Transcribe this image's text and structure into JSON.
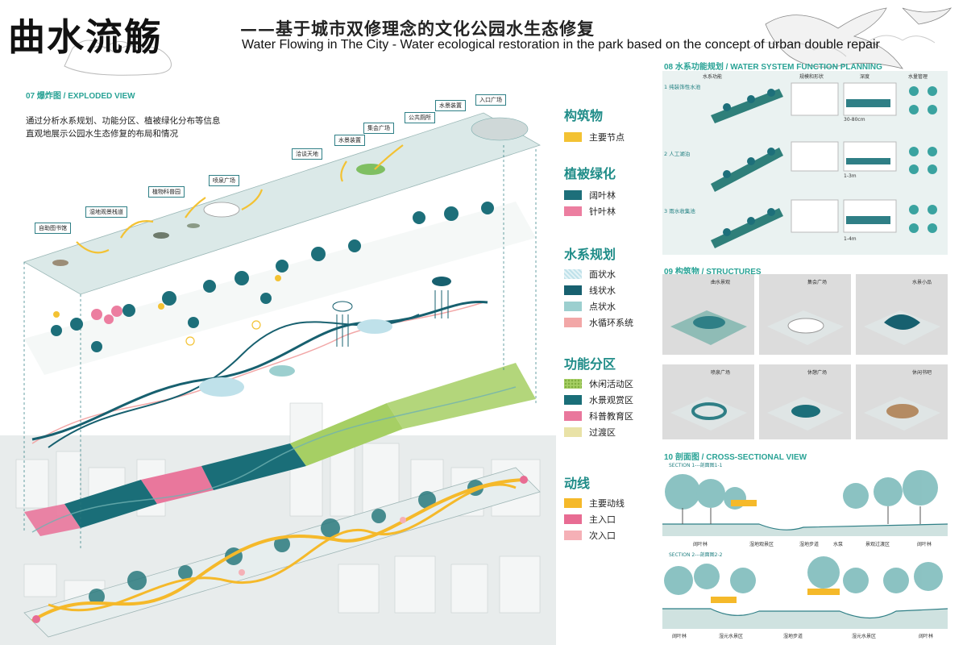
{
  "header": {
    "title_cn": "曲水流觞",
    "subtitle_cn": "——基于城市双修理念的文化公园水生态修复",
    "subtitle_en": "Water Flowing in The City - Water ecological restoration in the park based on the concept of urban double repair"
  },
  "exploded": {
    "heading": "07 爆炸图 / EXPLODED VIEW",
    "intro_line1": "通过分析水系规划、功能分区、植被绿化分布等信息",
    "intro_line2": "直观地展示公园水生态修复的布局和情况",
    "node_labels": [
      "入口广场",
      "水景装置",
      "公共厕所",
      "集会广场",
      "水景装置",
      "洽谈天地",
      "喷泉广场",
      "植物科普园",
      "湿地观景栈道",
      "自助图书馆"
    ]
  },
  "legend": {
    "structures": {
      "title": "构筑物",
      "items": [
        {
          "label": "主要节点",
          "color": "#f3c233"
        }
      ]
    },
    "vegetation": {
      "title": "植被绿化",
      "items": [
        {
          "label": "阔叶林",
          "color": "#1d6f7a"
        },
        {
          "label": "针叶林",
          "color": "#ec7ea0"
        }
      ]
    },
    "water": {
      "title": "水系规划",
      "items": [
        {
          "label": "面状水",
          "color": "#bfe1ea"
        },
        {
          "label": "线状水",
          "color": "#17606f"
        },
        {
          "label": "点状水",
          "color": "#9ccfcf"
        },
        {
          "label": "水循环系统",
          "color": "#f2a7a7"
        }
      ]
    },
    "zones": {
      "title": "功能分区",
      "items": [
        {
          "label": "休闲活动区",
          "color": "#a6cf64"
        },
        {
          "label": "水景观赏区",
          "color": "#1a6e78"
        },
        {
          "label": "科普教育区",
          "color": "#e9779c"
        },
        {
          "label": "过渡区",
          "color": "#e9e2a7"
        }
      ]
    },
    "circulation": {
      "title": "动线",
      "items": [
        {
          "label": "主要动线",
          "color": "#f5b92a"
        },
        {
          "label": "主入口",
          "color": "#e86c93"
        },
        {
          "label": "次入口",
          "color": "#f5b0b6"
        }
      ]
    }
  },
  "water_system": {
    "heading": "08 水系功能规划 / WATER SYSTEM FUNCTION PLANNING",
    "columns": [
      "水系功能",
      "规模和形状",
      "深度",
      "水量管理"
    ],
    "rows": [
      "1 纯装饰性水池",
      "2 人工湖泊",
      "3 雨水收集池"
    ],
    "depths": [
      "30-80cm",
      "1-3m",
      "1-4m"
    ]
  },
  "structures": {
    "heading": "09 构筑物 / STRUCTURES",
    "items": [
      "曲水景观",
      "集会广场",
      "水景小品",
      "喷泉广场",
      "休憩广场",
      "休闲书吧"
    ]
  },
  "section": {
    "heading": "10 剖面图 / CROSS-SECTIONAL VIEW",
    "section1": "SECTION 1---剖面图1-1",
    "section2": "SECTION 2---剖面图2-2",
    "s1_labels": [
      "阔叶林",
      "湿地观景区",
      "湿地步道",
      "水泵",
      "景观过渡区",
      "阔叶林"
    ],
    "s2_labels": [
      "阔叶林",
      "湿元水景区",
      "湿地步道",
      "湿元水景区",
      "阔叶林"
    ]
  }
}
